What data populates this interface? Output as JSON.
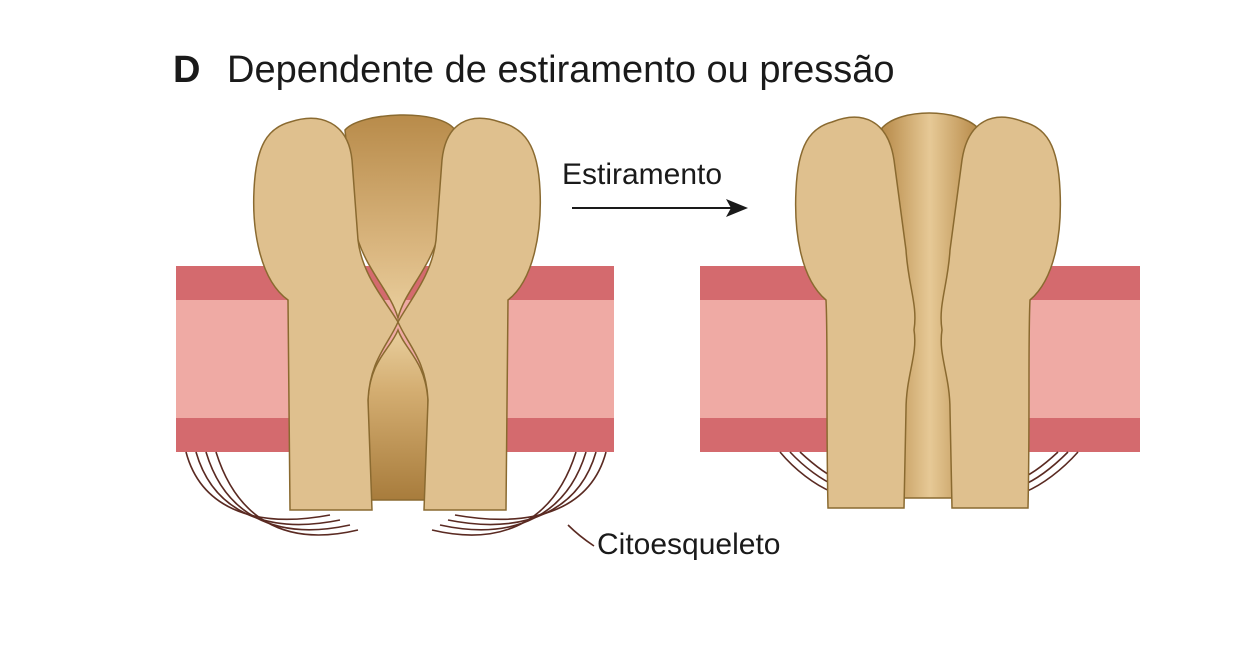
{
  "figure": {
    "panel_letter": "D",
    "title": "Dependente de estiramento ou pressão",
    "arrow_label": "Estiramento",
    "cytoskeleton_label": "Citoesqueleto"
  },
  "colors": {
    "membrane_outer": "#d46a6e",
    "membrane_inner": "#efaaa4",
    "channel_lobe": "#dfc08e",
    "channel_core_dark": "#b88b4a",
    "channel_core_light": "#e6c996",
    "channel_outline": "#8a6a30",
    "cytoskeleton": "#5a2a22",
    "text": "#1a1a1a"
  }
}
